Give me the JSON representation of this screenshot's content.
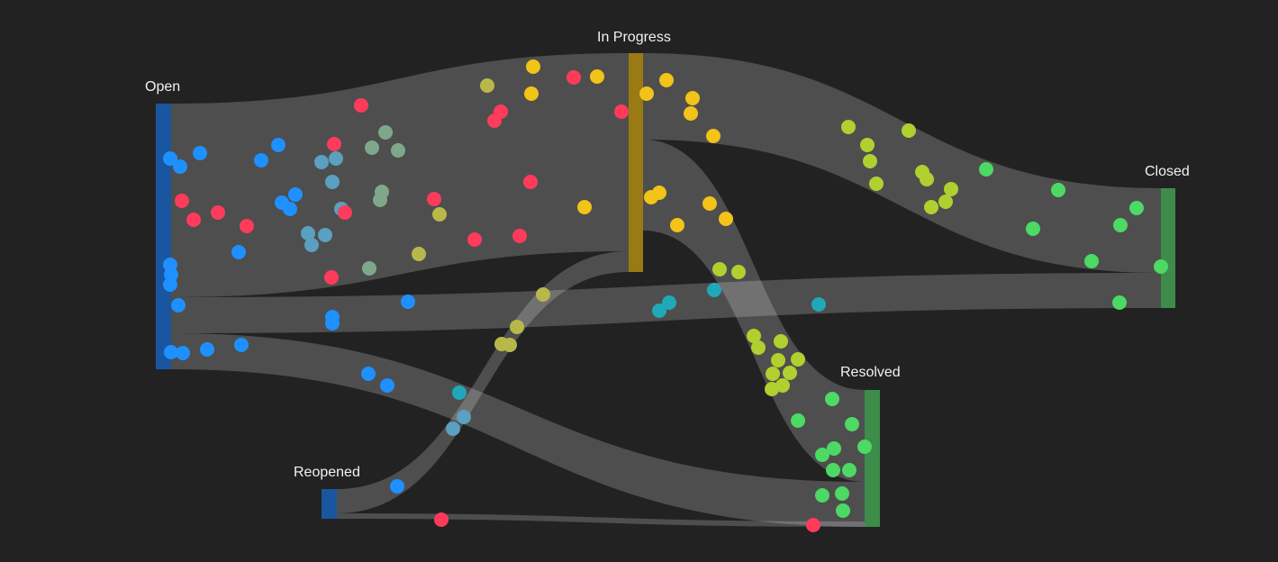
{
  "diagram": {
    "type": "sankey",
    "nodes": [
      {
        "id": "open",
        "label": "Open",
        "color": "#1a56a0"
      },
      {
        "id": "in_progress",
        "label": "In Progress",
        "color": "#9a7a12"
      },
      {
        "id": "reopened",
        "label": "Reopened",
        "color": "#1a56a0"
      },
      {
        "id": "resolved",
        "label": "Resolved",
        "color": "#3d8c4a"
      },
      {
        "id": "closed",
        "label": "Closed",
        "color": "#3d8c4a"
      }
    ],
    "links": [
      {
        "source": "open",
        "target": "in_progress",
        "value": 210
      },
      {
        "source": "open",
        "target": "closed",
        "value": 40
      },
      {
        "source": "open",
        "target": "resolved",
        "value": 45
      },
      {
        "source": "in_progress",
        "target": "closed",
        "value": 95
      },
      {
        "source": "in_progress",
        "target": "resolved",
        "value": 100
      },
      {
        "source": "reopened",
        "target": "in_progress",
        "value": 25
      },
      {
        "source": "reopened",
        "target": "resolved",
        "value": 5
      }
    ],
    "particle_colors": {
      "blue": "#1e90ff",
      "red": "#ff3b5c",
      "gray_green": "#7fa88a",
      "steel_blue": "#5aa0c0",
      "olive": "#b8b84a",
      "yellow": "#f2c318",
      "yellow_green": "#b0d030",
      "green": "#4cd964",
      "teal": "#20a8b8"
    }
  }
}
